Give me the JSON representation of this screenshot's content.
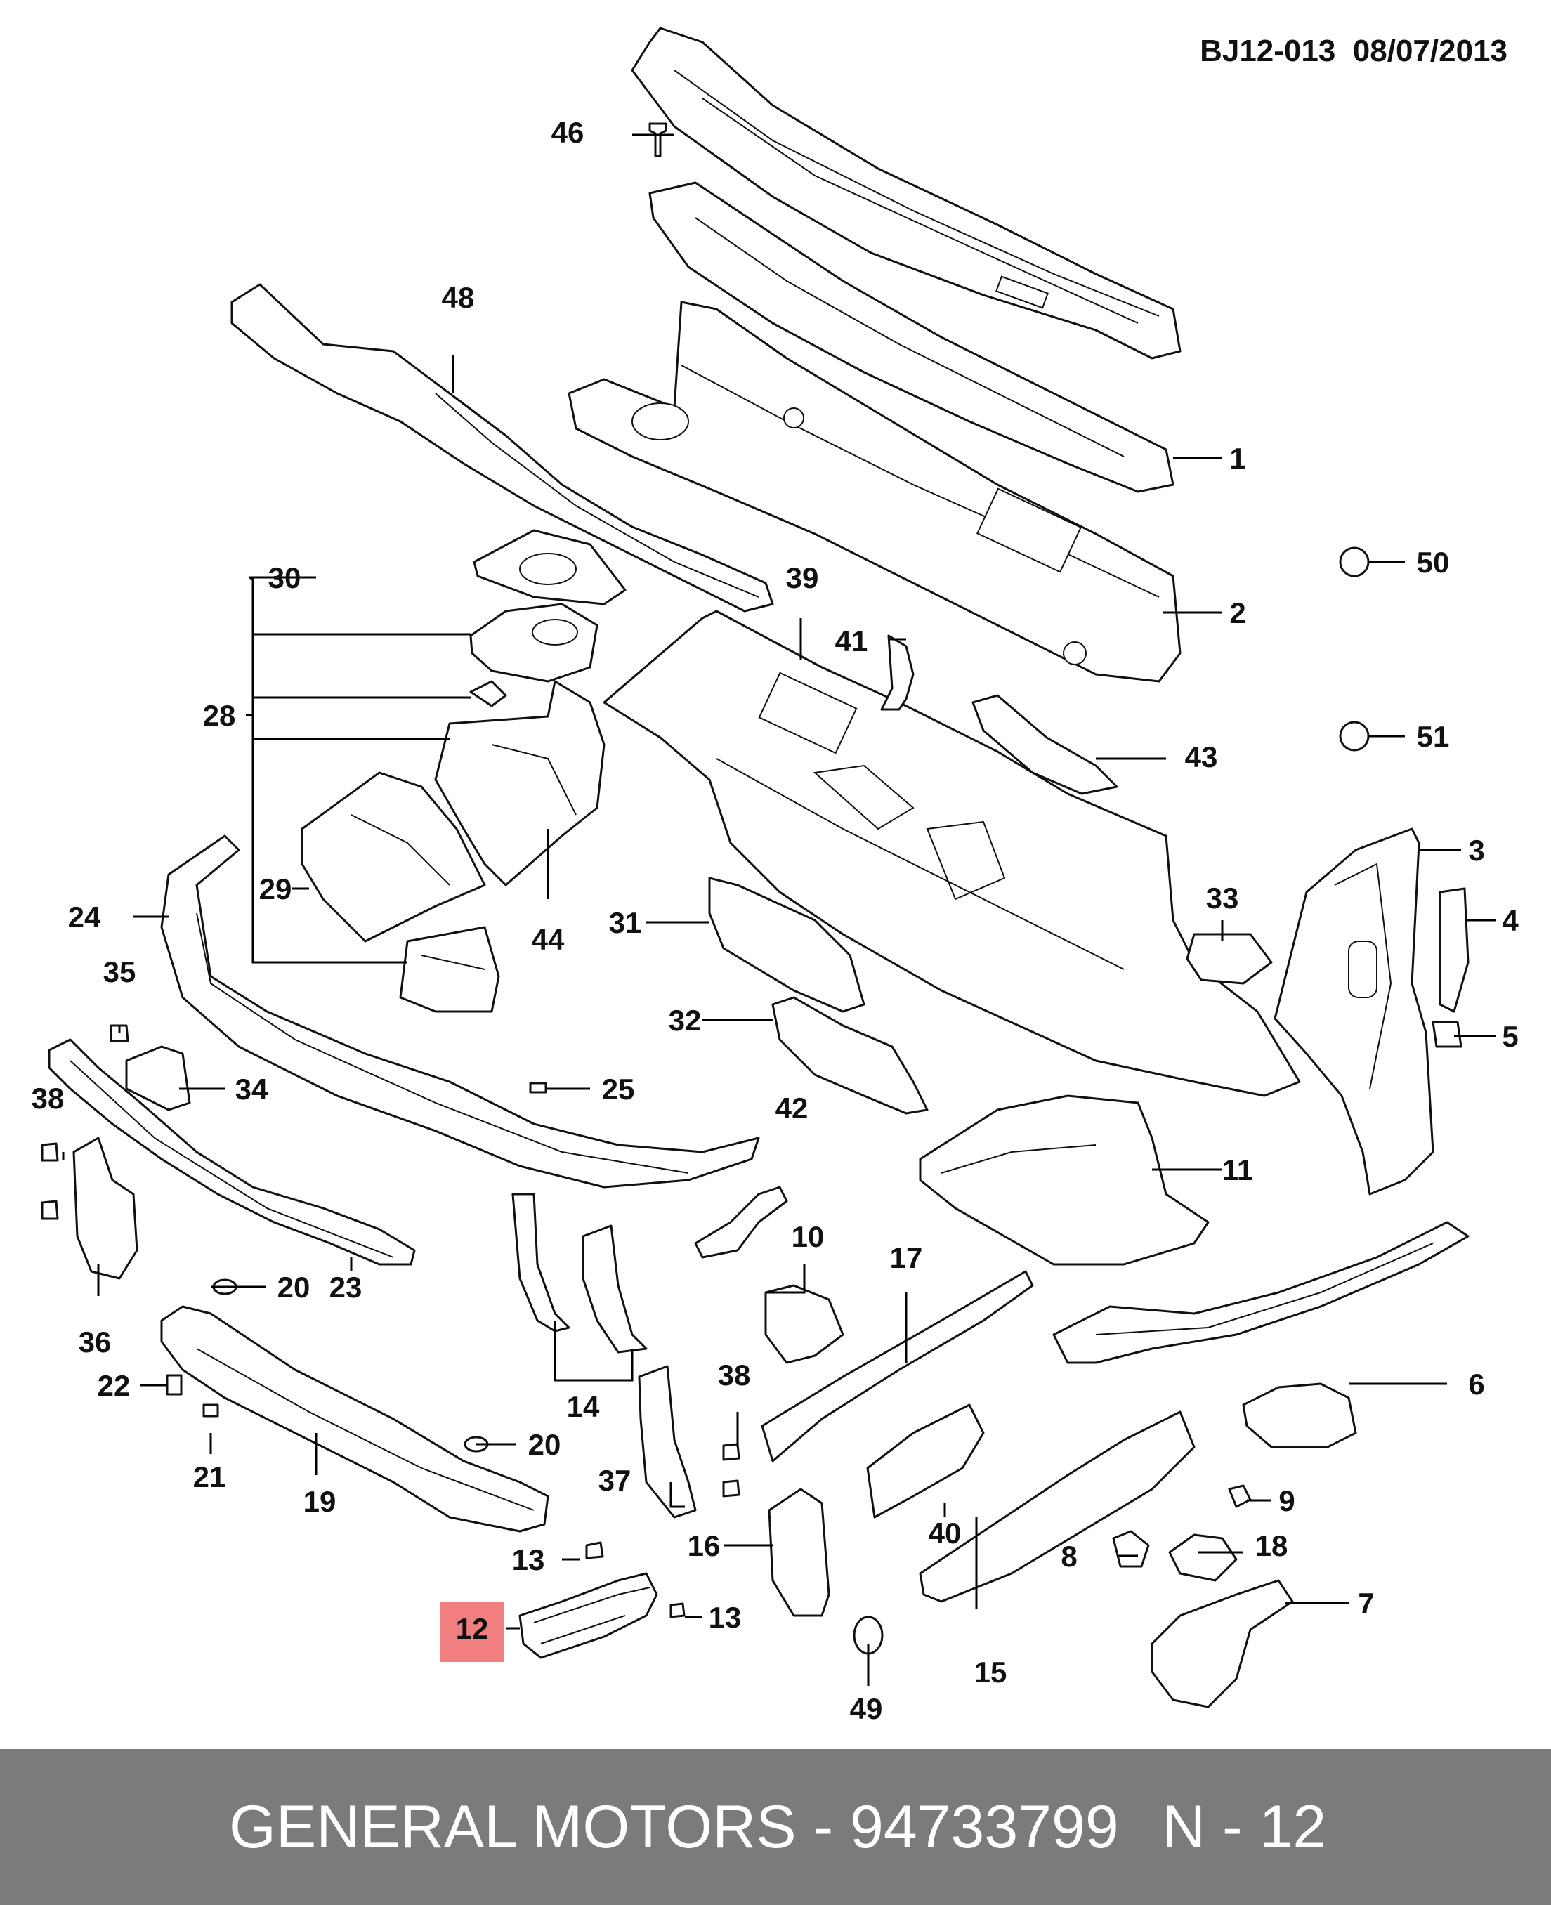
{
  "header": {
    "ref_code": "BJ12-013  08/07/2013"
  },
  "highlighted_callout": "12",
  "callouts": [
    "1",
    "2",
    "3",
    "4",
    "5",
    "6",
    "7",
    "8",
    "9",
    "10",
    "11",
    "12",
    "13",
    "13",
    "14",
    "15",
    "16",
    "17",
    "18",
    "19",
    "20",
    "20",
    "21",
    "22",
    "23",
    "24",
    "25",
    "28",
    "29",
    "30",
    "31",
    "32",
    "33",
    "34",
    "35",
    "36",
    "37",
    "38",
    "38",
    "39",
    "40",
    "41",
    "42",
    "43",
    "44",
    "46",
    "48",
    "49",
    "50",
    "51"
  ],
  "footer": {
    "brand_part": "GENERAL MOTORS - 94733799",
    "page": "N - 12"
  },
  "colors": {
    "highlight": "#f08080",
    "footer_bg": "#7b7b7b",
    "footer_text": "#ffffff",
    "line": "#111111"
  }
}
